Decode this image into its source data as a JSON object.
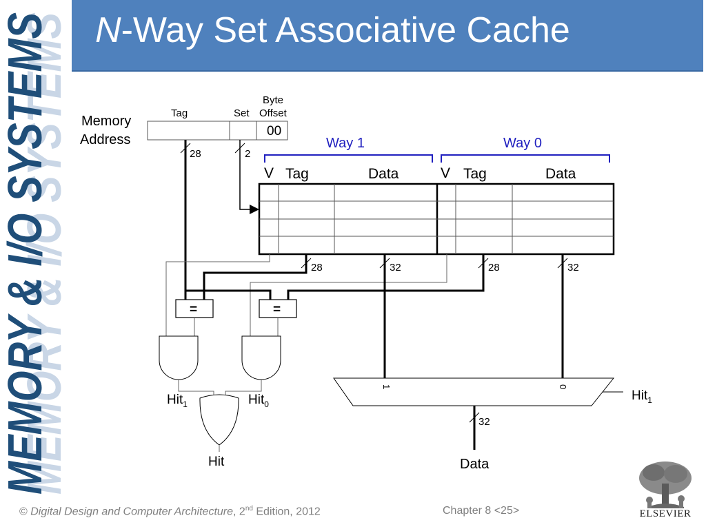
{
  "sidebar_text": "MEMORY & I/O SYSTEMS",
  "title": {
    "prefix": "N",
    "rest": "-Way Set Associative Cache"
  },
  "address": {
    "label_line1": "Memory",
    "label_line2": "Address",
    "tag_label": "Tag",
    "set_label": "Set",
    "byte_label": "Byte",
    "offset_label": "Offset",
    "offset_value": "00",
    "tag_width": "28",
    "set_width": "2"
  },
  "ways": [
    {
      "label": "Way 1",
      "v": "V",
      "tag": "Tag",
      "data": "Data",
      "tag_bus": "28",
      "data_bus": "32"
    },
    {
      "label": "Way 0",
      "v": "V",
      "tag": "Tag",
      "data": "Data",
      "tag_bus": "28",
      "data_bus": "32"
    }
  ],
  "comparators": [
    "=",
    "="
  ],
  "hit_signals": {
    "hit1_base": "Hit",
    "hit1_sub": "1",
    "hit0_base": "Hit",
    "hit0_sub": "0",
    "hit": "Hit"
  },
  "mux": {
    "input1": "1",
    "input0": "0",
    "select_base": "Hit",
    "select_sub": "1",
    "output_width": "32",
    "output_label": "Data"
  },
  "footer": {
    "copyright": "©",
    "book": "Digital Design and Computer Architecture",
    "edition_pre": ", 2",
    "edition_sup": "nd",
    "edition_post": " Edition, 2012",
    "chapter": "Chapter 8 <25>"
  },
  "publisher": "ELSEVIER",
  "colors": {
    "title_bar": "#4f81bd",
    "sidebar_text": "#1f4e79",
    "way_label": "#1f1fbf"
  }
}
